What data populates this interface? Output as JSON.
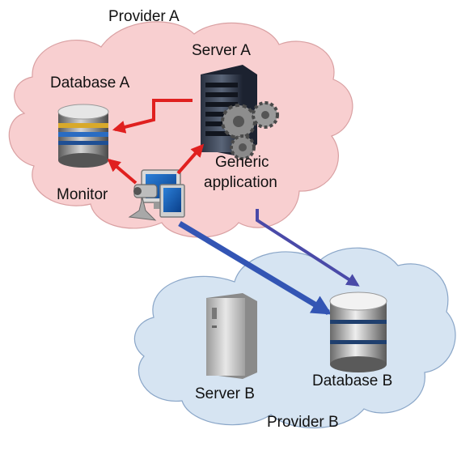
{
  "provider_a": {
    "label": "Provider A",
    "database_label": "Database A",
    "server_label": "Server A",
    "monitor_label": "Monitor",
    "app_label_line1": "Generic",
    "app_label_line2": "application"
  },
  "provider_b": {
    "label": "Provider B",
    "server_label": "Server B",
    "database_label": "Database B"
  },
  "icons": {
    "database_a": "database-icon",
    "server_a": "server-rack-icon",
    "gears": "gears-icon",
    "monitor": "monitor-camera-icon",
    "server_b": "server-tower-icon",
    "database_b": "database-icon"
  },
  "colors": {
    "cloud_a_fill": "#f8cfd0",
    "cloud_b_fill": "#d6e4f2",
    "red_arrow": "#e0201f",
    "blue_arrow": "#3355b4",
    "purple_arrow": "#6a3fa0"
  }
}
